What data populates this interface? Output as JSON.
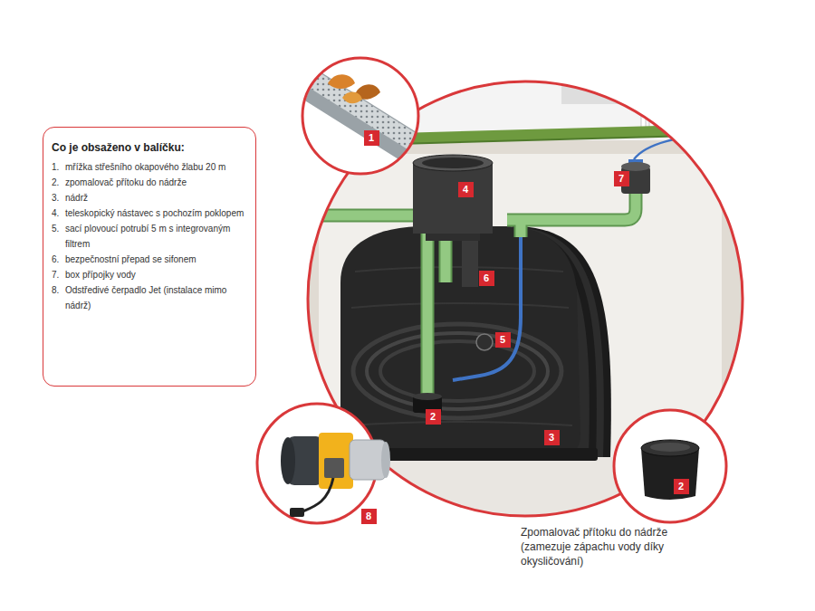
{
  "diagram": {
    "nodes": [
      {
        "text": [
          "Co je obsaženo v balíčku:",
          "1.",
          "mřížka střešního okapového žlabu 20 m",
          "2.",
          "zpomalovač přítoku do nádrže",
          "3.",
          "nádrž",
          "4.",
          "teleskopický nástavec s pochozím poklopem",
          "5.",
          "sací plovoucí potrubí 5 m s integrovaným filtrem",
          "6.",
          "bezpečnostní přepad se sifonem",
          "7.",
          "box přípojky vody",
          "8.",
          "Odstředivé čerpadlo Jet (instalace mimo nádrž)"
        ]
      },
      {
        "text": [
          "1"
        ]
      },
      {
        "text": [
          "7"
        ]
      },
      {
        "text": [
          "4"
        ]
      },
      {
        "text": [
          "6"
        ]
      },
      {
        "text": [
          "5"
        ]
      },
      {
        "text": [
          "2"
        ]
      },
      {
        "text": [
          "3"
        ]
      },
      {
        "text": [
          "8"
        ]
      },
      {
        "text": [
          "2"
        ]
      }
    ],
    "labels": [
      "Zpomalovač přítoku do nádrže (zamezuje zápachu vody díky okysličování)"
    ]
  }
}
